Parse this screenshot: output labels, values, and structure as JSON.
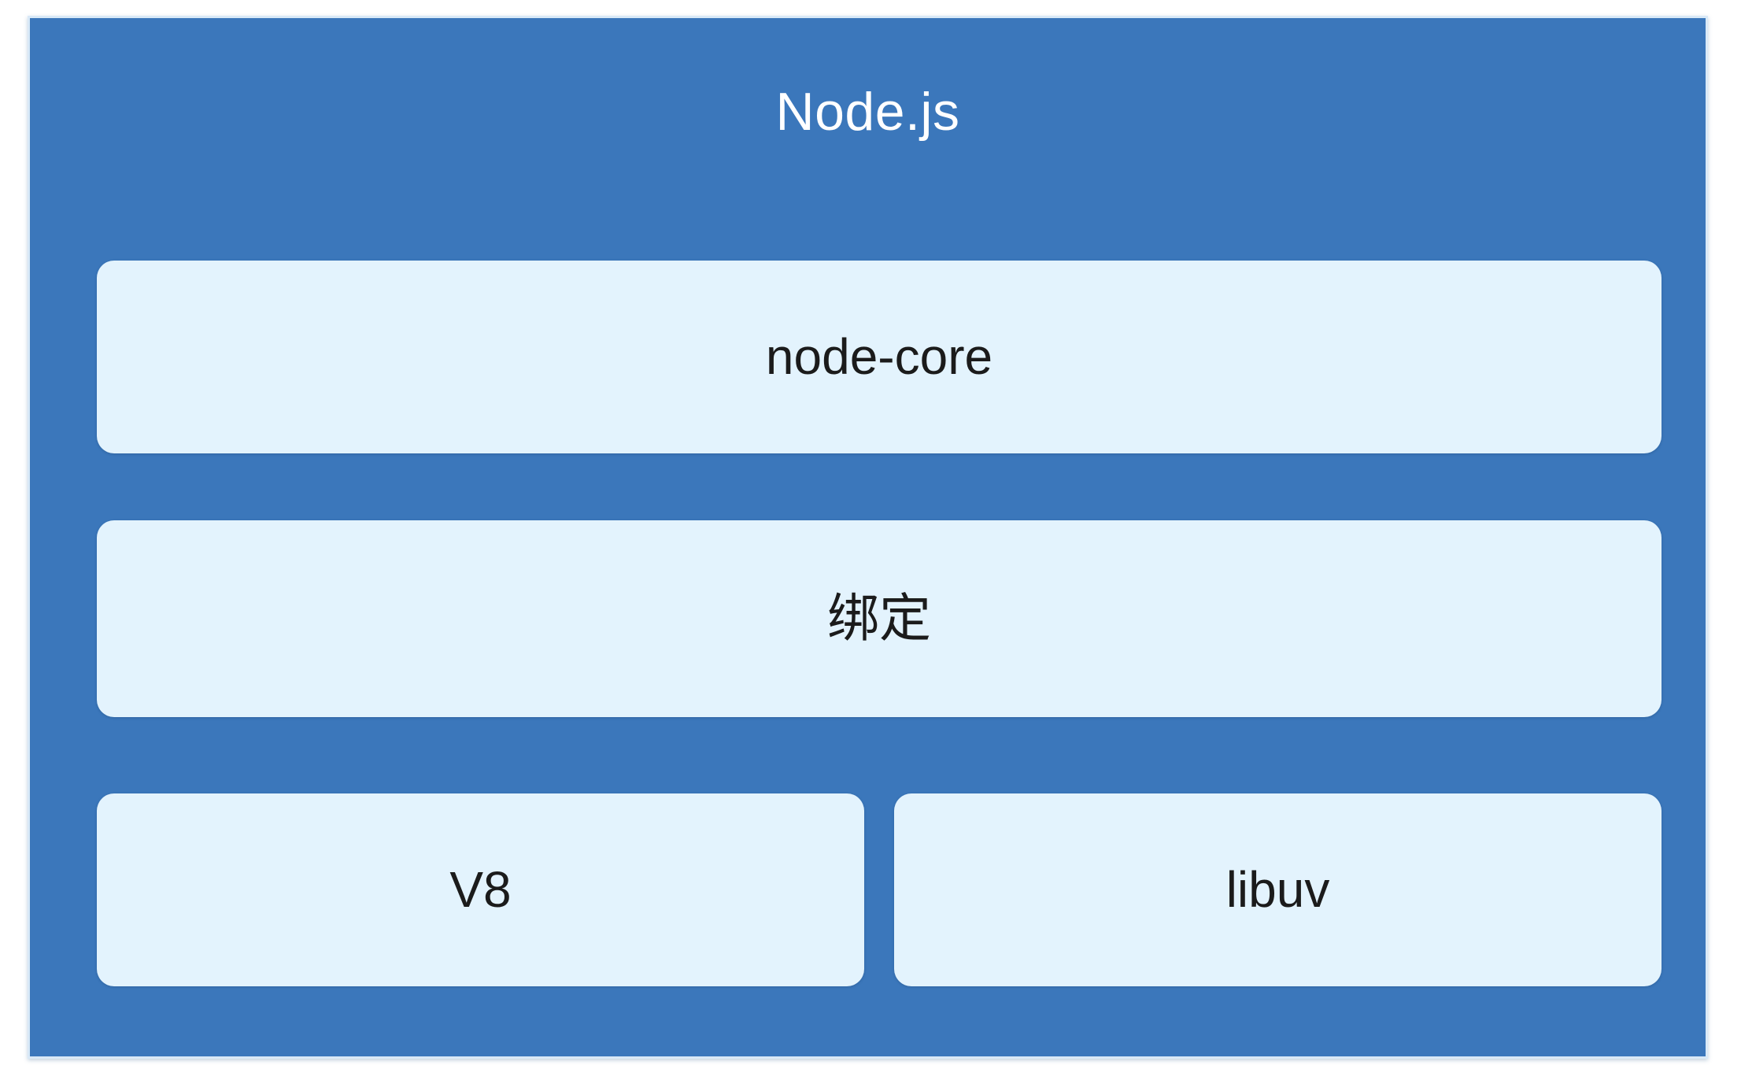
{
  "diagram": {
    "title": "Node.js",
    "type": "layered-architecture",
    "panel_color": "#3b77bb",
    "panel_border_color": "#d9e9f7",
    "box_fill_color": "#e3f3fd",
    "box_text_color": "#1b1b1b",
    "title_text_color": "#ffffff",
    "layers": [
      {
        "id": "node-core",
        "label": "node-core",
        "row": 1,
        "span": "full"
      },
      {
        "id": "bindings",
        "label": "绑定",
        "row": 2,
        "span": "full"
      },
      {
        "id": "v8",
        "label": "V8",
        "row": 3,
        "span": "half-left"
      },
      {
        "id": "libuv",
        "label": "libuv",
        "row": 3,
        "span": "half-right"
      }
    ]
  }
}
